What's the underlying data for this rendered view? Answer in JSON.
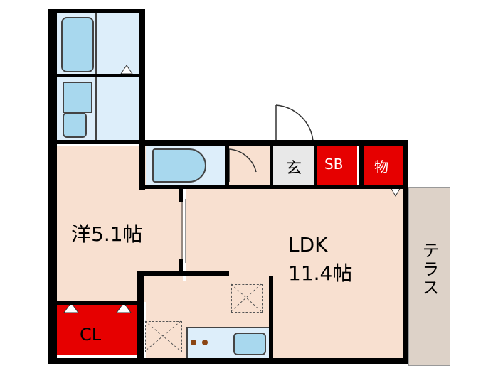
{
  "rooms": {
    "western": {
      "label": "洋5.1帖"
    },
    "ldk": {
      "label_line1": "LDK",
      "label_line2": "11.4帖"
    },
    "entrance": {
      "label": "玄"
    },
    "shoe_box": {
      "label": "SB"
    },
    "storage": {
      "label": "物"
    },
    "closet": {
      "label": "CL"
    },
    "terrace": {
      "label": "テラス"
    }
  },
  "colors": {
    "wall": "#000000",
    "tatami_floor": "#f8e0d0",
    "wet_area": "#ddeefa",
    "fixture": "#a8d8ee",
    "storage_red": "#e60000",
    "entrance_floor": "#e8e8e8",
    "terrace": "#ddd2c8"
  }
}
